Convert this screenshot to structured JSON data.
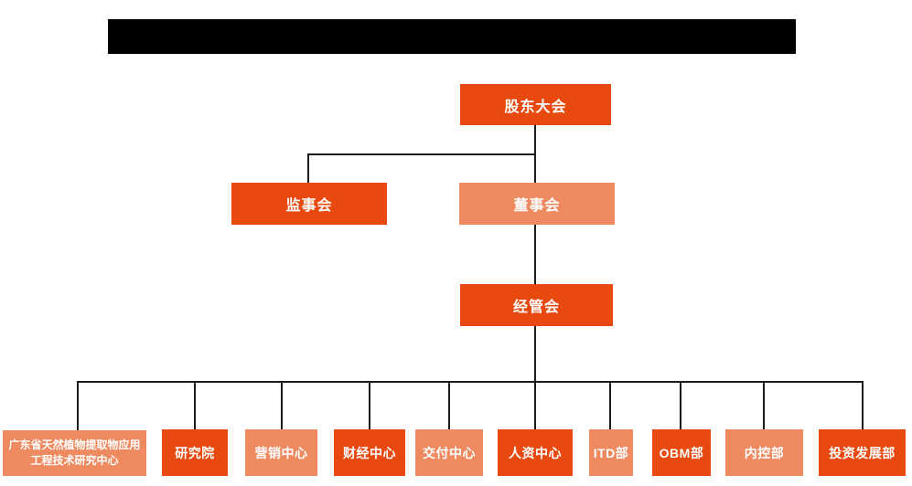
{
  "colors": {
    "primary": "#e8490f",
    "secondary": "#ef8a60",
    "line": "#1a1a1a",
    "redacted": "#000000",
    "bg": "#ffffff"
  },
  "org": {
    "root": {
      "label": "股东大会",
      "tone": "primary"
    },
    "supervisory": {
      "label": "监事会",
      "tone": "primary"
    },
    "board": {
      "label": "董事会",
      "tone": "secondary"
    },
    "management": {
      "label": "经管会",
      "tone": "primary"
    },
    "departments": [
      {
        "label": "广东省天然植物提取物应用工程技术研究中心",
        "tone": "secondary"
      },
      {
        "label": "研究院",
        "tone": "primary"
      },
      {
        "label": "营销中心",
        "tone": "secondary"
      },
      {
        "label": "财经中心",
        "tone": "primary"
      },
      {
        "label": "交付中心",
        "tone": "secondary"
      },
      {
        "label": "人资中心",
        "tone": "primary"
      },
      {
        "label": "ITD部",
        "tone": "secondary"
      },
      {
        "label": "OBM部",
        "tone": "primary"
      },
      {
        "label": "内控部",
        "tone": "secondary"
      },
      {
        "label": "投资发展部",
        "tone": "primary"
      }
    ]
  }
}
